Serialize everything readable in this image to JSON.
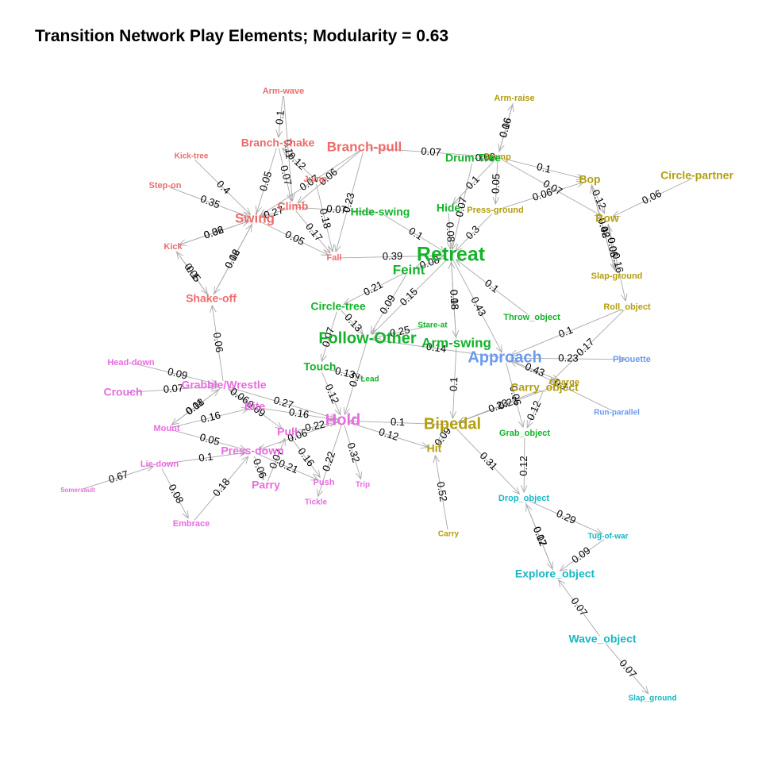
{
  "title": "Transition Network Play Elements; Modularity = 0.63",
  "palette": {
    "red": "#EE6B6B",
    "olive": "#B39E0E",
    "green": "#14B32B",
    "blue": "#6B9AEE",
    "cyan": "#16B8C4",
    "pink": "#E86CE0",
    "edge": "#a9a9a9"
  },
  "nodes": [
    {
      "id": "arm-wave",
      "label": "Arm-wave",
      "group": "red",
      "size": "s"
    },
    {
      "id": "branch-shake",
      "label": "Branch-shake",
      "group": "red",
      "size": "m"
    },
    {
      "id": "branch-pull",
      "label": "Branch-pull",
      "group": "red",
      "size": "l"
    },
    {
      "id": "kick-tree",
      "label": "Kick-tree",
      "group": "red",
      "size": "xs"
    },
    {
      "id": "step-on",
      "label": "Step-on",
      "group": "red",
      "size": "s"
    },
    {
      "id": "jump",
      "label": "Jump",
      "group": "red",
      "size": "s"
    },
    {
      "id": "climb",
      "label": "Climb",
      "group": "red",
      "size": "m"
    },
    {
      "id": "swing",
      "label": "Swing",
      "group": "red",
      "size": "l"
    },
    {
      "id": "kick",
      "label": "Kick",
      "group": "red",
      "size": "s"
    },
    {
      "id": "fall",
      "label": "Fall",
      "group": "red",
      "size": "s"
    },
    {
      "id": "shake-off",
      "label": "Shake-off",
      "group": "red",
      "size": "m"
    },
    {
      "id": "arm-raise",
      "label": "Arm-raise",
      "group": "olive",
      "size": "s"
    },
    {
      "id": "stamp",
      "label": "Stamp",
      "group": "olive",
      "size": "s"
    },
    {
      "id": "bop",
      "label": "Bop",
      "group": "olive",
      "size": "m"
    },
    {
      "id": "circle-partner",
      "label": "Circle-partner",
      "group": "olive",
      "size": "m"
    },
    {
      "id": "press-ground",
      "label": "Press-ground",
      "group": "olive",
      "size": "s"
    },
    {
      "id": "bow",
      "label": "Bow",
      "group": "olive",
      "size": "m"
    },
    {
      "id": "slap-ground",
      "label": "Slap-ground",
      "group": "olive",
      "size": "s"
    },
    {
      "id": "roll-object",
      "label": "Roll_object",
      "group": "olive",
      "size": "s"
    },
    {
      "id": "carry-object",
      "label": "Carry_object",
      "group": "olive",
      "size": "m"
    },
    {
      "id": "charge",
      "label": "Charge",
      "group": "olive",
      "size": "s"
    },
    {
      "id": "bipedal",
      "label": "Bipedal",
      "group": "olive",
      "size": "xl"
    },
    {
      "id": "hit",
      "label": "Hit",
      "group": "olive",
      "size": "m"
    },
    {
      "id": "carry",
      "label": "Carry",
      "group": "olive",
      "size": "xs"
    },
    {
      "id": "drum-tree",
      "label": "Drum-Tree",
      "group": "green",
      "size": "m"
    },
    {
      "id": "hide-swing",
      "label": "Hide-swing",
      "group": "green",
      "size": "m"
    },
    {
      "id": "hide",
      "label": "Hide",
      "group": "green",
      "size": "m"
    },
    {
      "id": "retreat",
      "label": "Retreat",
      "group": "green",
      "size": "xxl"
    },
    {
      "id": "feint",
      "label": "Feint",
      "group": "green",
      "size": "l"
    },
    {
      "id": "circle-tree",
      "label": "Circle-tree",
      "group": "green",
      "size": "m"
    },
    {
      "id": "stare-at",
      "label": "Stare-at",
      "group": "green",
      "size": "xs"
    },
    {
      "id": "follow-other",
      "label": "Follow-Other",
      "group": "green",
      "size": "xl"
    },
    {
      "id": "arm-swing",
      "label": "Arm-swing",
      "group": "green",
      "size": "l"
    },
    {
      "id": "touch",
      "label": "Touch",
      "group": "green",
      "size": "m"
    },
    {
      "id": "lead",
      "label": "Lead",
      "group": "green",
      "size": "xs"
    },
    {
      "id": "throw-object",
      "label": "Throw_object",
      "group": "green",
      "size": "s"
    },
    {
      "id": "grab-object",
      "label": "Grab_object",
      "group": "green",
      "size": "s"
    },
    {
      "id": "approach",
      "label": "Approach",
      "group": "blue",
      "size": "xl"
    },
    {
      "id": "pirouette",
      "label": "Pirouette",
      "group": "blue",
      "size": "s"
    },
    {
      "id": "run-parallel",
      "label": "Run-parallel",
      "group": "blue",
      "size": "xs"
    },
    {
      "id": "drop-object",
      "label": "Drop_object",
      "group": "cyan",
      "size": "s"
    },
    {
      "id": "tug-of-war",
      "label": "Tug-of-war",
      "group": "cyan",
      "size": "xs"
    },
    {
      "id": "explore-object",
      "label": "Explore_object",
      "group": "cyan",
      "size": "m"
    },
    {
      "id": "wave-object",
      "label": "Wave_object",
      "group": "cyan",
      "size": "m"
    },
    {
      "id": "slap-ground2",
      "label": "Slap_ground",
      "group": "cyan",
      "size": "xs"
    },
    {
      "id": "head-down",
      "label": "Head-down",
      "group": "pink",
      "size": "s"
    },
    {
      "id": "crouch",
      "label": "Crouch",
      "group": "pink",
      "size": "m"
    },
    {
      "id": "grabble",
      "label": "Grabble/Wrestle",
      "group": "pink",
      "size": "m"
    },
    {
      "id": "bite",
      "label": "Bite",
      "group": "pink",
      "size": "m"
    },
    {
      "id": "hold",
      "label": "Hold",
      "group": "pink",
      "size": "xl"
    },
    {
      "id": "mount",
      "label": "Mount",
      "group": "pink",
      "size": "s"
    },
    {
      "id": "pull",
      "label": "Pull",
      "group": "pink",
      "size": "m"
    },
    {
      "id": "press-down",
      "label": "Press-down",
      "group": "pink",
      "size": "m"
    },
    {
      "id": "lie-down",
      "label": "Lie-down",
      "group": "pink",
      "size": "s"
    },
    {
      "id": "parry",
      "label": "Parry",
      "group": "pink",
      "size": "m"
    },
    {
      "id": "push",
      "label": "Push",
      "group": "pink",
      "size": "s"
    },
    {
      "id": "trip",
      "label": "Trip",
      "group": "pink",
      "size": "xs"
    },
    {
      "id": "tickle",
      "label": "Tickle",
      "group": "pink",
      "size": "xs"
    },
    {
      "id": "somersault",
      "label": "Somersault",
      "group": "pink",
      "size": "xxs"
    },
    {
      "id": "embrace",
      "label": "Embrace",
      "group": "pink",
      "size": "s"
    }
  ],
  "edges": [
    {
      "from": "arm-wave",
      "to": "climb",
      "weight": "0.11"
    },
    {
      "from": "arm-wave",
      "to": "branch-shake",
      "weight": "0.1"
    },
    {
      "from": "branch-shake",
      "to": "swing",
      "weight": "0.05"
    },
    {
      "from": "branch-shake",
      "to": "climb",
      "weight": "0.07"
    },
    {
      "from": "branch-pull",
      "to": "climb",
      "weight": "0.06"
    },
    {
      "from": "branch-pull",
      "to": "swing",
      "weight": "0.07"
    },
    {
      "from": "branch-pull",
      "to": "stamp",
      "weight": "0.07"
    },
    {
      "from": "branch-pull",
      "to": "fall",
      "weight": "0.23"
    },
    {
      "from": "kick-tree",
      "to": "swing",
      "weight": "0.4"
    },
    {
      "from": "step-on",
      "to": "swing",
      "weight": "0.35"
    },
    {
      "from": "kick",
      "to": "swing",
      "weight": "0.32"
    },
    {
      "from": "swing",
      "to": "kick",
      "weight": "0.06"
    },
    {
      "from": "swing",
      "to": "shake-off",
      "weight": "0.12"
    },
    {
      "from": "swing",
      "to": "fall",
      "weight": "0.05"
    },
    {
      "from": "climb",
      "to": "fall",
      "weight": "0.17"
    },
    {
      "from": "climb",
      "to": "swing",
      "weight": "0.27"
    },
    {
      "from": "climb",
      "to": "hide-swing",
      "weight": "0.07"
    },
    {
      "from": "jump",
      "to": "fall",
      "weight": "0.18"
    },
    {
      "from": "jump",
      "to": "branch-shake",
      "weight": "0.12"
    },
    {
      "from": "kick",
      "to": "shake-off",
      "weight": "0.1"
    },
    {
      "from": "shake-off",
      "to": "kick",
      "weight": "0.05"
    },
    {
      "from": "shake-off",
      "to": "swing",
      "weight": "0.06"
    },
    {
      "from": "grabble",
      "to": "shake-off",
      "weight": "0.06"
    },
    {
      "from": "fall",
      "to": "retreat",
      "weight": "0.39"
    },
    {
      "from": "hide-swing",
      "to": "retreat",
      "weight": "0.1"
    },
    {
      "from": "drum-tree",
      "to": "retreat",
      "weight": "0.07"
    },
    {
      "from": "arm-raise",
      "to": "stamp",
      "weight": "0.06"
    },
    {
      "from": "stamp",
      "to": "arm-raise",
      "weight": "0.16"
    },
    {
      "from": "stamp",
      "to": "drum-tree",
      "weight": "0.09"
    },
    {
      "from": "stamp",
      "to": "hide",
      "weight": "0.1"
    },
    {
      "from": "stamp",
      "to": "press-ground",
      "weight": "0.05"
    },
    {
      "from": "stamp",
      "to": "bop",
      "weight": "0.1"
    },
    {
      "from": "stamp",
      "to": "bow",
      "weight": "0.07"
    },
    {
      "from": "press-ground",
      "to": "bop",
      "weight": "0.06"
    },
    {
      "from": "press-ground",
      "to": "retreat",
      "weight": "0.3"
    },
    {
      "from": "hide",
      "to": "retreat",
      "weight": "0.08"
    },
    {
      "from": "bop",
      "to": "bow",
      "weight": "0.12"
    },
    {
      "from": "bop",
      "to": "slap-ground",
      "weight": "0.08"
    },
    {
      "from": "bow",
      "to": "slap-ground",
      "weight": "0.06"
    },
    {
      "from": "bow",
      "to": "roll-object",
      "weight": "0.16"
    },
    {
      "from": "slap-ground",
      "to": "bow",
      "weight": "0.05"
    },
    {
      "from": "slap-ground",
      "to": "bop",
      "weight": "0.42"
    },
    {
      "from": "circle-partner",
      "to": "bow",
      "weight": "0.06"
    },
    {
      "from": "roll-object",
      "to": "approach",
      "weight": "0.1"
    },
    {
      "from": "roll-object",
      "to": "carry-object",
      "weight": "0.17"
    },
    {
      "from": "retreat",
      "to": "arm-swing",
      "weight": "0.08"
    },
    {
      "from": "retreat",
      "to": "follow-other",
      "weight": "0.15"
    },
    {
      "from": "retreat",
      "to": "approach",
      "weight": "0.43"
    },
    {
      "from": "retreat",
      "to": "feint",
      "weight": "0.08"
    },
    {
      "from": "feint",
      "to": "circle-tree",
      "weight": "0.21"
    },
    {
      "from": "feint",
      "to": "follow-other",
      "weight": "0.09"
    },
    {
      "from": "circle-tree",
      "to": "follow-other",
      "weight": "0.13"
    },
    {
      "from": "circle-tree",
      "to": "touch",
      "weight": "0.07"
    },
    {
      "from": "stare-at",
      "to": "follow-other",
      "weight": "0.25"
    },
    {
      "from": "follow-other",
      "to": "hold",
      "weight": "0.2"
    },
    {
      "from": "touch",
      "to": "hold",
      "weight": "0.12"
    },
    {
      "from": "touch",
      "to": "lead",
      "weight": "0.13"
    },
    {
      "from": "arm-swing",
      "to": "bipedal",
      "weight": "0.1"
    },
    {
      "from": "arm-swing",
      "to": "retreat",
      "weight": "0.18"
    },
    {
      "from": "approach",
      "to": "follow-other",
      "weight": "0.14"
    },
    {
      "from": "approach",
      "to": "pirouette",
      "weight": "0.23"
    },
    {
      "from": "approach",
      "to": "charge",
      "weight": "0.43"
    },
    {
      "from": "approach",
      "to": "grab-object",
      "weight": "0.06"
    },
    {
      "from": "throw-object",
      "to": "retreat",
      "weight": "0.1"
    },
    {
      "from": "run-parallel",
      "to": "approach",
      "weight": "0.1"
    },
    {
      "from": "carry-object",
      "to": "bipedal",
      "weight": "0.23"
    },
    {
      "from": "carry-object",
      "to": "grab-object",
      "weight": "0.12"
    },
    {
      "from": "bipedal",
      "to": "hit",
      "weight": "0.09"
    },
    {
      "from": "bipedal",
      "to": "hold",
      "weight": "0.1"
    },
    {
      "from": "bipedal",
      "to": "drop-object",
      "weight": "0.31"
    },
    {
      "from": "charge",
      "to": "bipedal",
      "weight": "0.22"
    },
    {
      "from": "hold",
      "to": "hit",
      "weight": "0.12"
    },
    {
      "from": "carry",
      "to": "hit",
      "weight": "0.52"
    },
    {
      "from": "grab-object",
      "to": "drop-object",
      "weight": "0.12"
    },
    {
      "from": "drop-object",
      "to": "tug-of-war",
      "weight": "0.29"
    },
    {
      "from": "drop-object",
      "to": "explore-object",
      "weight": "0.07"
    },
    {
      "from": "explore-object",
      "to": "drop-object",
      "weight": "0.12"
    },
    {
      "from": "tug-of-war",
      "to": "explore-object",
      "weight": "0.09"
    },
    {
      "from": "wave-object",
      "to": "explore-object",
      "weight": "0.07"
    },
    {
      "from": "wave-object",
      "to": "slap-ground2",
      "weight": "0.07"
    },
    {
      "from": "head-down",
      "to": "grabble",
      "weight": "0.09"
    },
    {
      "from": "crouch",
      "to": "grabble",
      "weight": "0.07"
    },
    {
      "from": "grabble",
      "to": "hold",
      "weight": "0.27"
    },
    {
      "from": "grabble",
      "to": "pull",
      "weight": "0.09"
    },
    {
      "from": "grabble",
      "to": "mount",
      "weight": "0.08"
    },
    {
      "from": "bite",
      "to": "hold",
      "weight": "0.16"
    },
    {
      "from": "bite",
      "to": "grabble",
      "weight": "0.06"
    },
    {
      "from": "mount",
      "to": "grabble",
      "weight": "0.11"
    },
    {
      "from": "mount",
      "to": "press-down",
      "weight": "0.05"
    },
    {
      "from": "mount",
      "to": "bite",
      "weight": "0.16"
    },
    {
      "from": "pull",
      "to": "hold",
      "weight": "0.22"
    },
    {
      "from": "pull",
      "to": "push",
      "weight": "0.16"
    },
    {
      "from": "press-down",
      "to": "parry",
      "weight": "0.06"
    },
    {
      "from": "press-down",
      "to": "push",
      "weight": "0.21"
    },
    {
      "from": "hold",
      "to": "trip",
      "weight": "0.32"
    },
    {
      "from": "hold",
      "to": "tickle",
      "weight": "0.22"
    },
    {
      "from": "hold",
      "to": "press-down",
      "weight": "0.06"
    },
    {
      "from": "somersault",
      "to": "lie-down",
      "weight": "0.67"
    },
    {
      "from": "lie-down",
      "to": "press-down",
      "weight": "0.1"
    },
    {
      "from": "lie-down",
      "to": "embrace",
      "weight": "0.08"
    },
    {
      "from": "embrace",
      "to": "press-down",
      "weight": "0.18"
    },
    {
      "from": "parry",
      "to": "pull",
      "weight": "0.07"
    }
  ]
}
